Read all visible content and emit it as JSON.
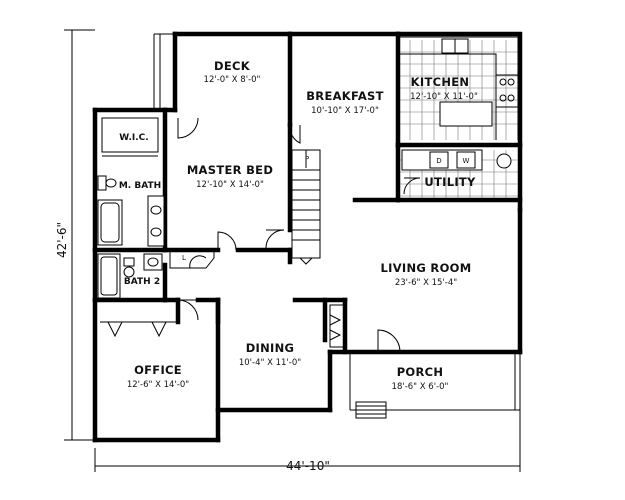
{
  "rooms": {
    "deck": {
      "name": "DECK",
      "size": "12'-0\" X 8'-0\""
    },
    "breakfast": {
      "name": "BREAKFAST",
      "size": "10'-10\" X 17'-0\""
    },
    "kitchen": {
      "name": "KITCHEN",
      "size": "12'-10\" X 11'-0\""
    },
    "wic": {
      "name": "W.I.C."
    },
    "master_bath": {
      "name": "M. BATH"
    },
    "master_bed": {
      "name": "MASTER BED",
      "size": "12'-10\" X 14'-0\""
    },
    "utility": {
      "name": "UTILITY"
    },
    "bath2": {
      "name": "BATH 2"
    },
    "living": {
      "name": "LIVING ROOM",
      "size": "23'-6\" X 15'-4\""
    },
    "office": {
      "name": "OFFICE",
      "size": "12'-6\" X 14'-0\""
    },
    "dining": {
      "name": "DINING",
      "size": "10'-4\" X 11'-0\""
    },
    "porch": {
      "name": "PORCH",
      "size": "18'-6\" X 6'-0\""
    }
  },
  "fixtures": {
    "dryer": "D",
    "washer": "W",
    "stair_marker": "P",
    "linen": "L"
  },
  "dimensions": {
    "height": "42'-6\"",
    "width": "44'-10\""
  }
}
